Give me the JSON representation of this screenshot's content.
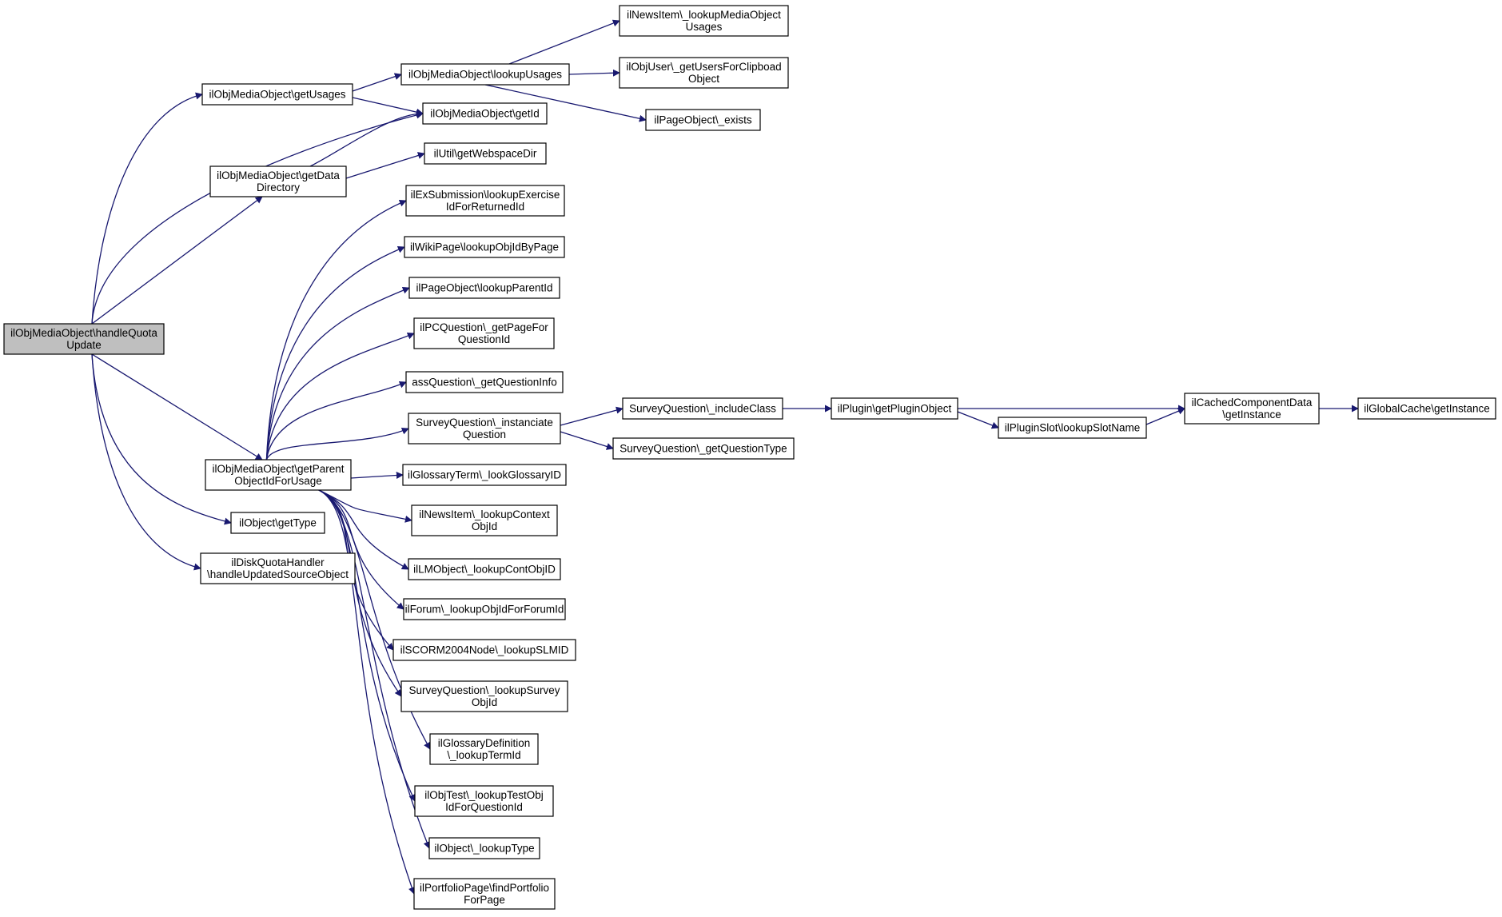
{
  "graph": {
    "nodes": [
      {
        "id": "root",
        "lines": [
          "ilObjMediaObject\\handleQuota",
          "Update"
        ],
        "root": true
      },
      {
        "id": "getUsages",
        "lines": [
          "ilObjMediaObject\\getUsages"
        ]
      },
      {
        "id": "lookupUsages",
        "lines": [
          "ilObjMediaObject\\lookupUsages"
        ]
      },
      {
        "id": "newsLookupMO",
        "lines": [
          "ilNewsItem\\_lookupMediaObject",
          "Usages"
        ]
      },
      {
        "id": "objUserClip",
        "lines": [
          "ilObjUser\\_getUsersForClipboad",
          "Object"
        ]
      },
      {
        "id": "pageExists",
        "lines": [
          "ilPageObject\\_exists"
        ]
      },
      {
        "id": "getId",
        "lines": [
          "ilObjMediaObject\\getId"
        ]
      },
      {
        "id": "getDataDir",
        "lines": [
          "ilObjMediaObject\\getData",
          "Directory"
        ]
      },
      {
        "id": "webspace",
        "lines": [
          "ilUtil\\getWebspaceDir"
        ]
      },
      {
        "id": "exSub",
        "lines": [
          "ilExSubmission\\lookupExercise",
          "IdForReturnedId"
        ]
      },
      {
        "id": "wikiPage",
        "lines": [
          "ilWikiPage\\lookupObjIdByPage"
        ]
      },
      {
        "id": "pageParent",
        "lines": [
          "ilPageObject\\lookupParentId"
        ]
      },
      {
        "id": "pcQuestion",
        "lines": [
          "ilPCQuestion\\_getPageFor",
          "QuestionId"
        ]
      },
      {
        "id": "assQuestion",
        "lines": [
          "assQuestion\\_getQuestionInfo"
        ]
      },
      {
        "id": "surveyInst",
        "lines": [
          "SurveyQuestion\\_instanciate",
          "Question"
        ]
      },
      {
        "id": "surveyInclude",
        "lines": [
          "SurveyQuestion\\_includeClass"
        ]
      },
      {
        "id": "pluginGet",
        "lines": [
          "ilPlugin\\getPluginObject"
        ]
      },
      {
        "id": "cached",
        "lines": [
          "ilCachedComponentData",
          "\\getInstance"
        ]
      },
      {
        "id": "globalCache",
        "lines": [
          "ilGlobalCache\\getInstance"
        ]
      },
      {
        "id": "pluginSlot",
        "lines": [
          "ilPluginSlot\\lookupSlotName"
        ]
      },
      {
        "id": "surveyType",
        "lines": [
          "SurveyQuestion\\_getQuestionType"
        ]
      },
      {
        "id": "getParent",
        "lines": [
          "ilObjMediaObject\\getParent",
          "ObjectIdForUsage"
        ]
      },
      {
        "id": "glossTerm",
        "lines": [
          "ilGlossaryTerm\\_lookGlossaryID"
        ]
      },
      {
        "id": "newsCtx",
        "lines": [
          "ilNewsItem\\_lookupContext",
          "ObjId"
        ]
      },
      {
        "id": "lmObj",
        "lines": [
          "ilLMObject\\_lookupContObjID"
        ]
      },
      {
        "id": "forum",
        "lines": [
          "ilForum\\_lookupObjIdForForumId"
        ]
      },
      {
        "id": "scorm",
        "lines": [
          "ilSCORM2004Node\\_lookupSLMID"
        ]
      },
      {
        "id": "surveyObj",
        "lines": [
          "SurveyQuestion\\_lookupSurvey",
          "ObjId"
        ]
      },
      {
        "id": "glossDef",
        "lines": [
          "ilGlossaryDefinition",
          "\\_lookupTermId"
        ]
      },
      {
        "id": "objTest",
        "lines": [
          "ilObjTest\\_lookupTestObj",
          "IdForQuestionId"
        ]
      },
      {
        "id": "objType",
        "lines": [
          "ilObject\\_lookupType"
        ]
      },
      {
        "id": "portfolio",
        "lines": [
          "ilPortfolioPage\\findPortfolio",
          "ForPage"
        ]
      },
      {
        "id": "getType",
        "lines": [
          "ilObject\\getType"
        ]
      },
      {
        "id": "diskQuota",
        "lines": [
          "ilDiskQuotaHandler",
          "\\handleUpdatedSourceObject"
        ]
      }
    ],
    "edges": [
      [
        "root",
        "getUsages"
      ],
      [
        "root",
        "getId"
      ],
      [
        "root",
        "getDataDir"
      ],
      [
        "root",
        "getParent"
      ],
      [
        "root",
        "getType"
      ],
      [
        "root",
        "diskQuota"
      ],
      [
        "getUsages",
        "lookupUsages"
      ],
      [
        "getUsages",
        "getId"
      ],
      [
        "lookupUsages",
        "newsLookupMO"
      ],
      [
        "lookupUsages",
        "objUserClip"
      ],
      [
        "lookupUsages",
        "pageExists"
      ],
      [
        "getDataDir",
        "getId"
      ],
      [
        "getDataDir",
        "webspace"
      ],
      [
        "getParent",
        "exSub"
      ],
      [
        "getParent",
        "wikiPage"
      ],
      [
        "getParent",
        "pageParent"
      ],
      [
        "getParent",
        "pcQuestion"
      ],
      [
        "getParent",
        "assQuestion"
      ],
      [
        "getParent",
        "surveyInst"
      ],
      [
        "getParent",
        "glossTerm"
      ],
      [
        "getParent",
        "newsCtx"
      ],
      [
        "getParent",
        "lmObj"
      ],
      [
        "getParent",
        "forum"
      ],
      [
        "getParent",
        "scorm"
      ],
      [
        "getParent",
        "surveyObj"
      ],
      [
        "getParent",
        "glossDef"
      ],
      [
        "getParent",
        "objTest"
      ],
      [
        "getParent",
        "objType"
      ],
      [
        "getParent",
        "portfolio"
      ],
      [
        "surveyInst",
        "surveyInclude"
      ],
      [
        "surveyInst",
        "surveyType"
      ],
      [
        "surveyInclude",
        "pluginGet"
      ],
      [
        "pluginGet",
        "cached"
      ],
      [
        "pluginGet",
        "pluginSlot"
      ],
      [
        "pluginSlot",
        "cached"
      ],
      [
        "cached",
        "globalCache"
      ]
    ]
  }
}
